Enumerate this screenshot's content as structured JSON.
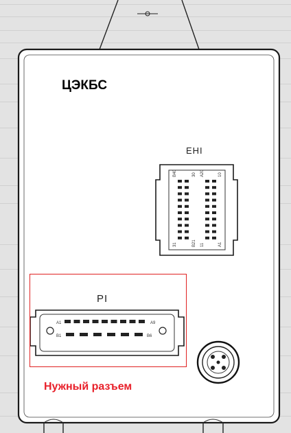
{
  "device_title": "ЦЭКБС",
  "connector_ehi": {
    "label": "EHI",
    "pin_labels": [
      "B40",
      "30",
      "A20",
      "10",
      "31",
      "B21",
      "11",
      "A1"
    ]
  },
  "connector_pi": {
    "label": "PI",
    "pin_labels": [
      "A1",
      "A9",
      "B1",
      "B6"
    ]
  },
  "annotation": {
    "label": "Нужный разъем",
    "color": "#e8202a"
  }
}
